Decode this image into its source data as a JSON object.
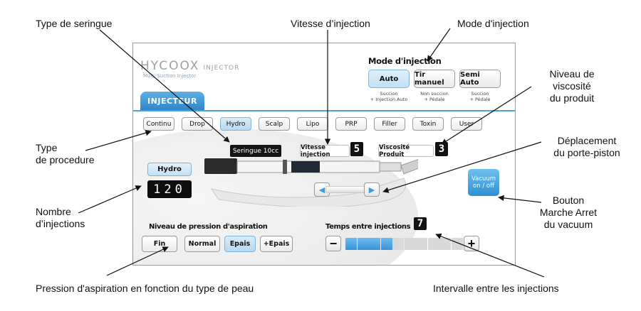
{
  "annotations": {
    "type_seringue": "Type de seringue",
    "vitesse_injection": "Vitesse d’injection",
    "mode_injection": "Mode d'injection",
    "niveau_viscosite": [
      "Niveau de",
      "viscosité",
      "du produit"
    ],
    "type_procedure": [
      "Type",
      "de procedure"
    ],
    "deplacement": [
      "Déplacement",
      "du porte-piston"
    ],
    "nombre_injections": [
      "Nombre",
      "d’injections"
    ],
    "bouton_vacuum": [
      "Bouton",
      "Marche Arret",
      "du vacuum"
    ],
    "pression_aspiration": "Pression d'aspiration en fonction du type de peau",
    "intervalle": "Intervalle entre les injections"
  },
  "screen": {
    "logo": {
      "brand": "HYCOOX",
      "product": "INJECTOR",
      "tagline": "Multi Suction Injector"
    },
    "tab_label": "INJECTEUR",
    "mode": {
      "title": "Mode d'injection",
      "buttons": [
        {
          "label": "Auto",
          "sub": [
            "Succion",
            "+ Injection Auto"
          ],
          "active": true
        },
        {
          "label": "Tir manuel",
          "sub": [
            "Non succion",
            "+ Pédale"
          ],
          "active": false
        },
        {
          "label": "Semi Auto",
          "sub": [
            "Succion",
            "+ Pédale"
          ],
          "active": false
        }
      ]
    },
    "procedures": [
      {
        "label": "Continu",
        "active": false
      },
      {
        "label": "Drop",
        "active": false
      },
      {
        "label": "Hydro",
        "active": true
      },
      {
        "label": "Scalp",
        "active": false
      },
      {
        "label": "Lipo",
        "active": false
      },
      {
        "label": "PRP",
        "active": false
      },
      {
        "label": "Filler",
        "active": false
      },
      {
        "label": "Toxin",
        "active": false
      },
      {
        "label": "User",
        "active": false
      }
    ],
    "syringe_label": "Seringue 10cc",
    "speed": {
      "label": "Vitesse injection",
      "value": "5"
    },
    "viscosity": {
      "label": "Viscosité Produit",
      "value": "3"
    },
    "current_procedure": "Hydro",
    "injection_count": "120",
    "vacuum": {
      "line1": "Vacuum",
      "line2": "on / off"
    },
    "aspiration": {
      "title": "Niveau de pression d'aspiration",
      "levels": [
        {
          "label": "Fin",
          "active": false
        },
        {
          "label": "Normal",
          "active": false
        },
        {
          "label": "Epais",
          "active": true
        },
        {
          "label": "+Epais",
          "active": false
        }
      ]
    },
    "interval": {
      "title": "Temps entre injections",
      "value": "7",
      "level": 4,
      "max": 10,
      "minus": "−",
      "plus": "+"
    }
  },
  "colors": {
    "accent": "#3a93d6",
    "active_bg": "#c4e1f4"
  },
  "icons": {
    "left_arrow": "left-triangle-icon",
    "right_arrow": "right-triangle-icon"
  }
}
